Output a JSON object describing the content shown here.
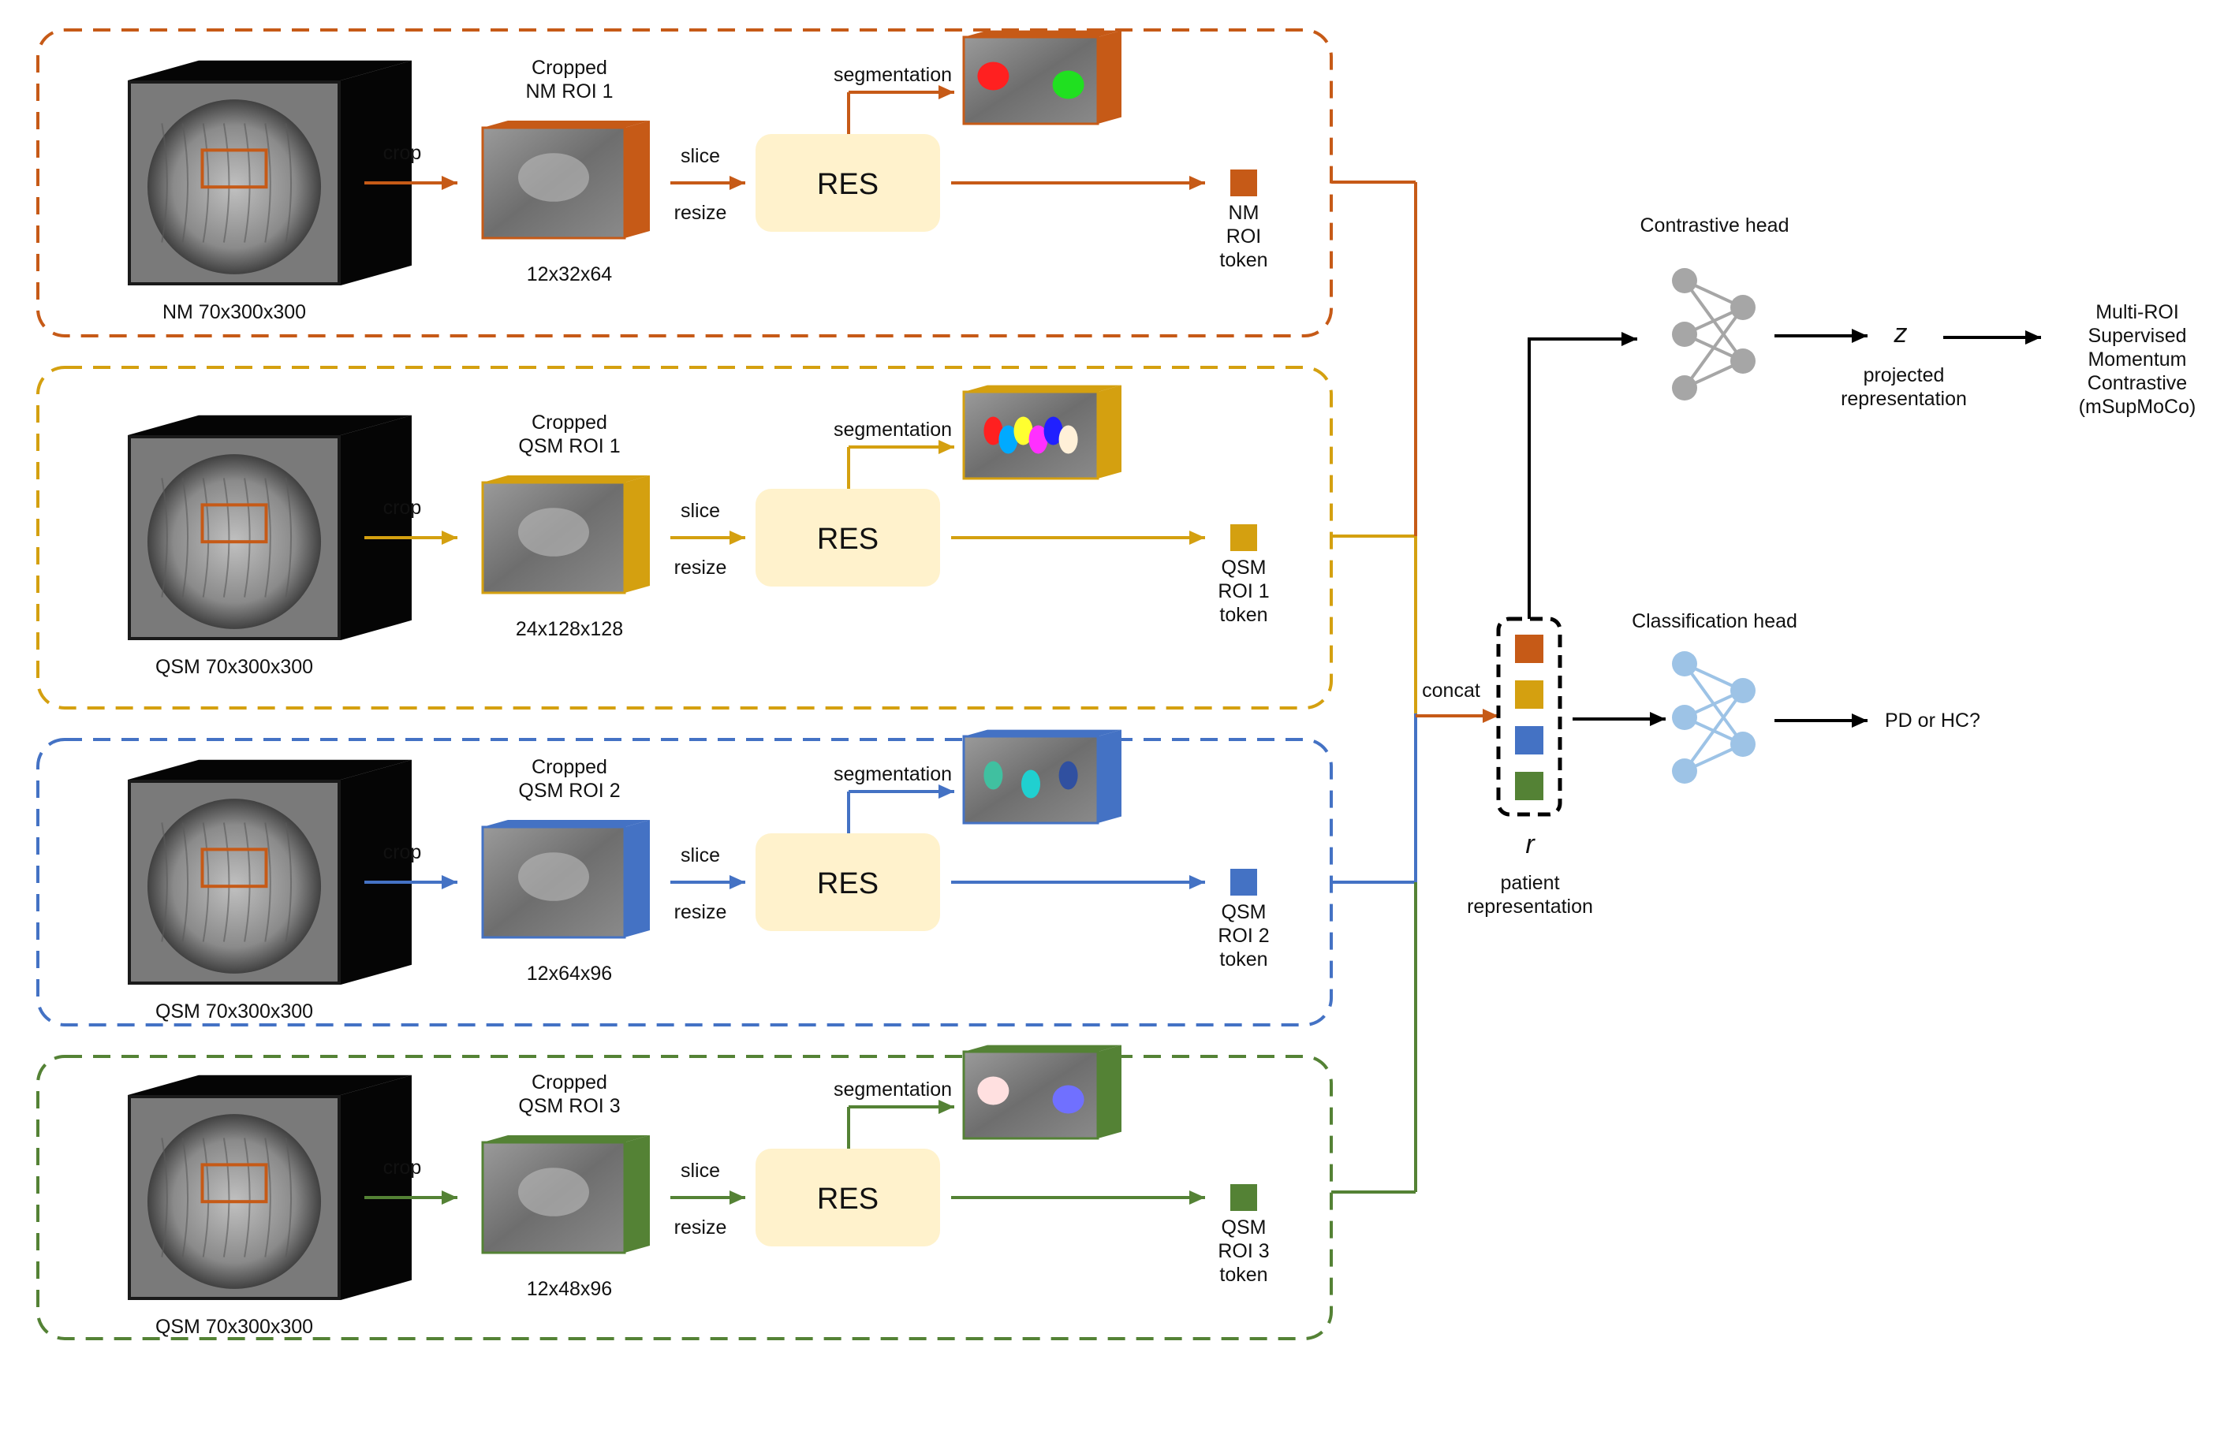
{
  "rows": [
    {
      "id": "nm-roi-1",
      "color": "#c65a17",
      "input_caption": "NM 70x300x300",
      "crop_label": "crop",
      "cropped_title_line1": "Cropped",
      "cropped_title_line2": "NM ROI 1",
      "cropped_dims": "12x32x64",
      "slice_label": "slice",
      "resize_label": "resize",
      "encoder_label": "RES",
      "segmentation_label": "segmentation",
      "token_line1": "NM",
      "token_line2": "ROI",
      "token_line3": "token"
    },
    {
      "id": "qsm-roi-1",
      "color": "#d4a010",
      "input_caption": "QSM 70x300x300",
      "crop_label": "crop",
      "cropped_title_line1": "Cropped",
      "cropped_title_line2": "QSM ROI 1",
      "cropped_dims": "24x128x128",
      "slice_label": "slice",
      "resize_label": "resize",
      "encoder_label": "RES",
      "segmentation_label": "segmentation",
      "token_line1": "QSM",
      "token_line2": "ROI 1",
      "token_line3": "token"
    },
    {
      "id": "qsm-roi-2",
      "color": "#4472c4",
      "input_caption": "QSM 70x300x300",
      "crop_label": "crop",
      "cropped_title_line1": "Cropped",
      "cropped_title_line2": "QSM ROI 2",
      "cropped_dims": "12x64x96",
      "slice_label": "slice",
      "resize_label": "resize",
      "encoder_label": "RES",
      "segmentation_label": "segmentation",
      "token_line1": "QSM",
      "token_line2": "ROI 2",
      "token_line3": "token"
    },
    {
      "id": "qsm-roi-3",
      "color": "#548235",
      "input_caption": "QSM 70x300x300",
      "crop_label": "crop",
      "cropped_title_line1": "Cropped",
      "cropped_title_line2": "QSM ROI 3",
      "cropped_dims": "12x48x96",
      "slice_label": "slice",
      "resize_label": "resize",
      "encoder_label": "RES",
      "segmentation_label": "segmentation",
      "token_line1": "QSM",
      "token_line2": "ROI 3",
      "token_line3": "token"
    }
  ],
  "concat_label": "concat",
  "patient_repr": {
    "symbol": "r",
    "label_line1": "patient",
    "label_line2": "representation"
  },
  "contrastive": {
    "title": "Contrastive head",
    "node_color": "#a6a6a6",
    "symbol": "z",
    "label_line1": "projected",
    "label_line2": "representation",
    "objective_line1": "Multi-ROI",
    "objective_line2": "Supervised",
    "objective_line3": "Momentum",
    "objective_line4": "Contrastive",
    "objective_line5": "(mSupMoCo)"
  },
  "classification": {
    "title": "Classification head",
    "node_color": "#9dc3e6",
    "output": "PD or HC?"
  },
  "encoder_fill": "#fff2cc",
  "arrow_color": "#000000"
}
